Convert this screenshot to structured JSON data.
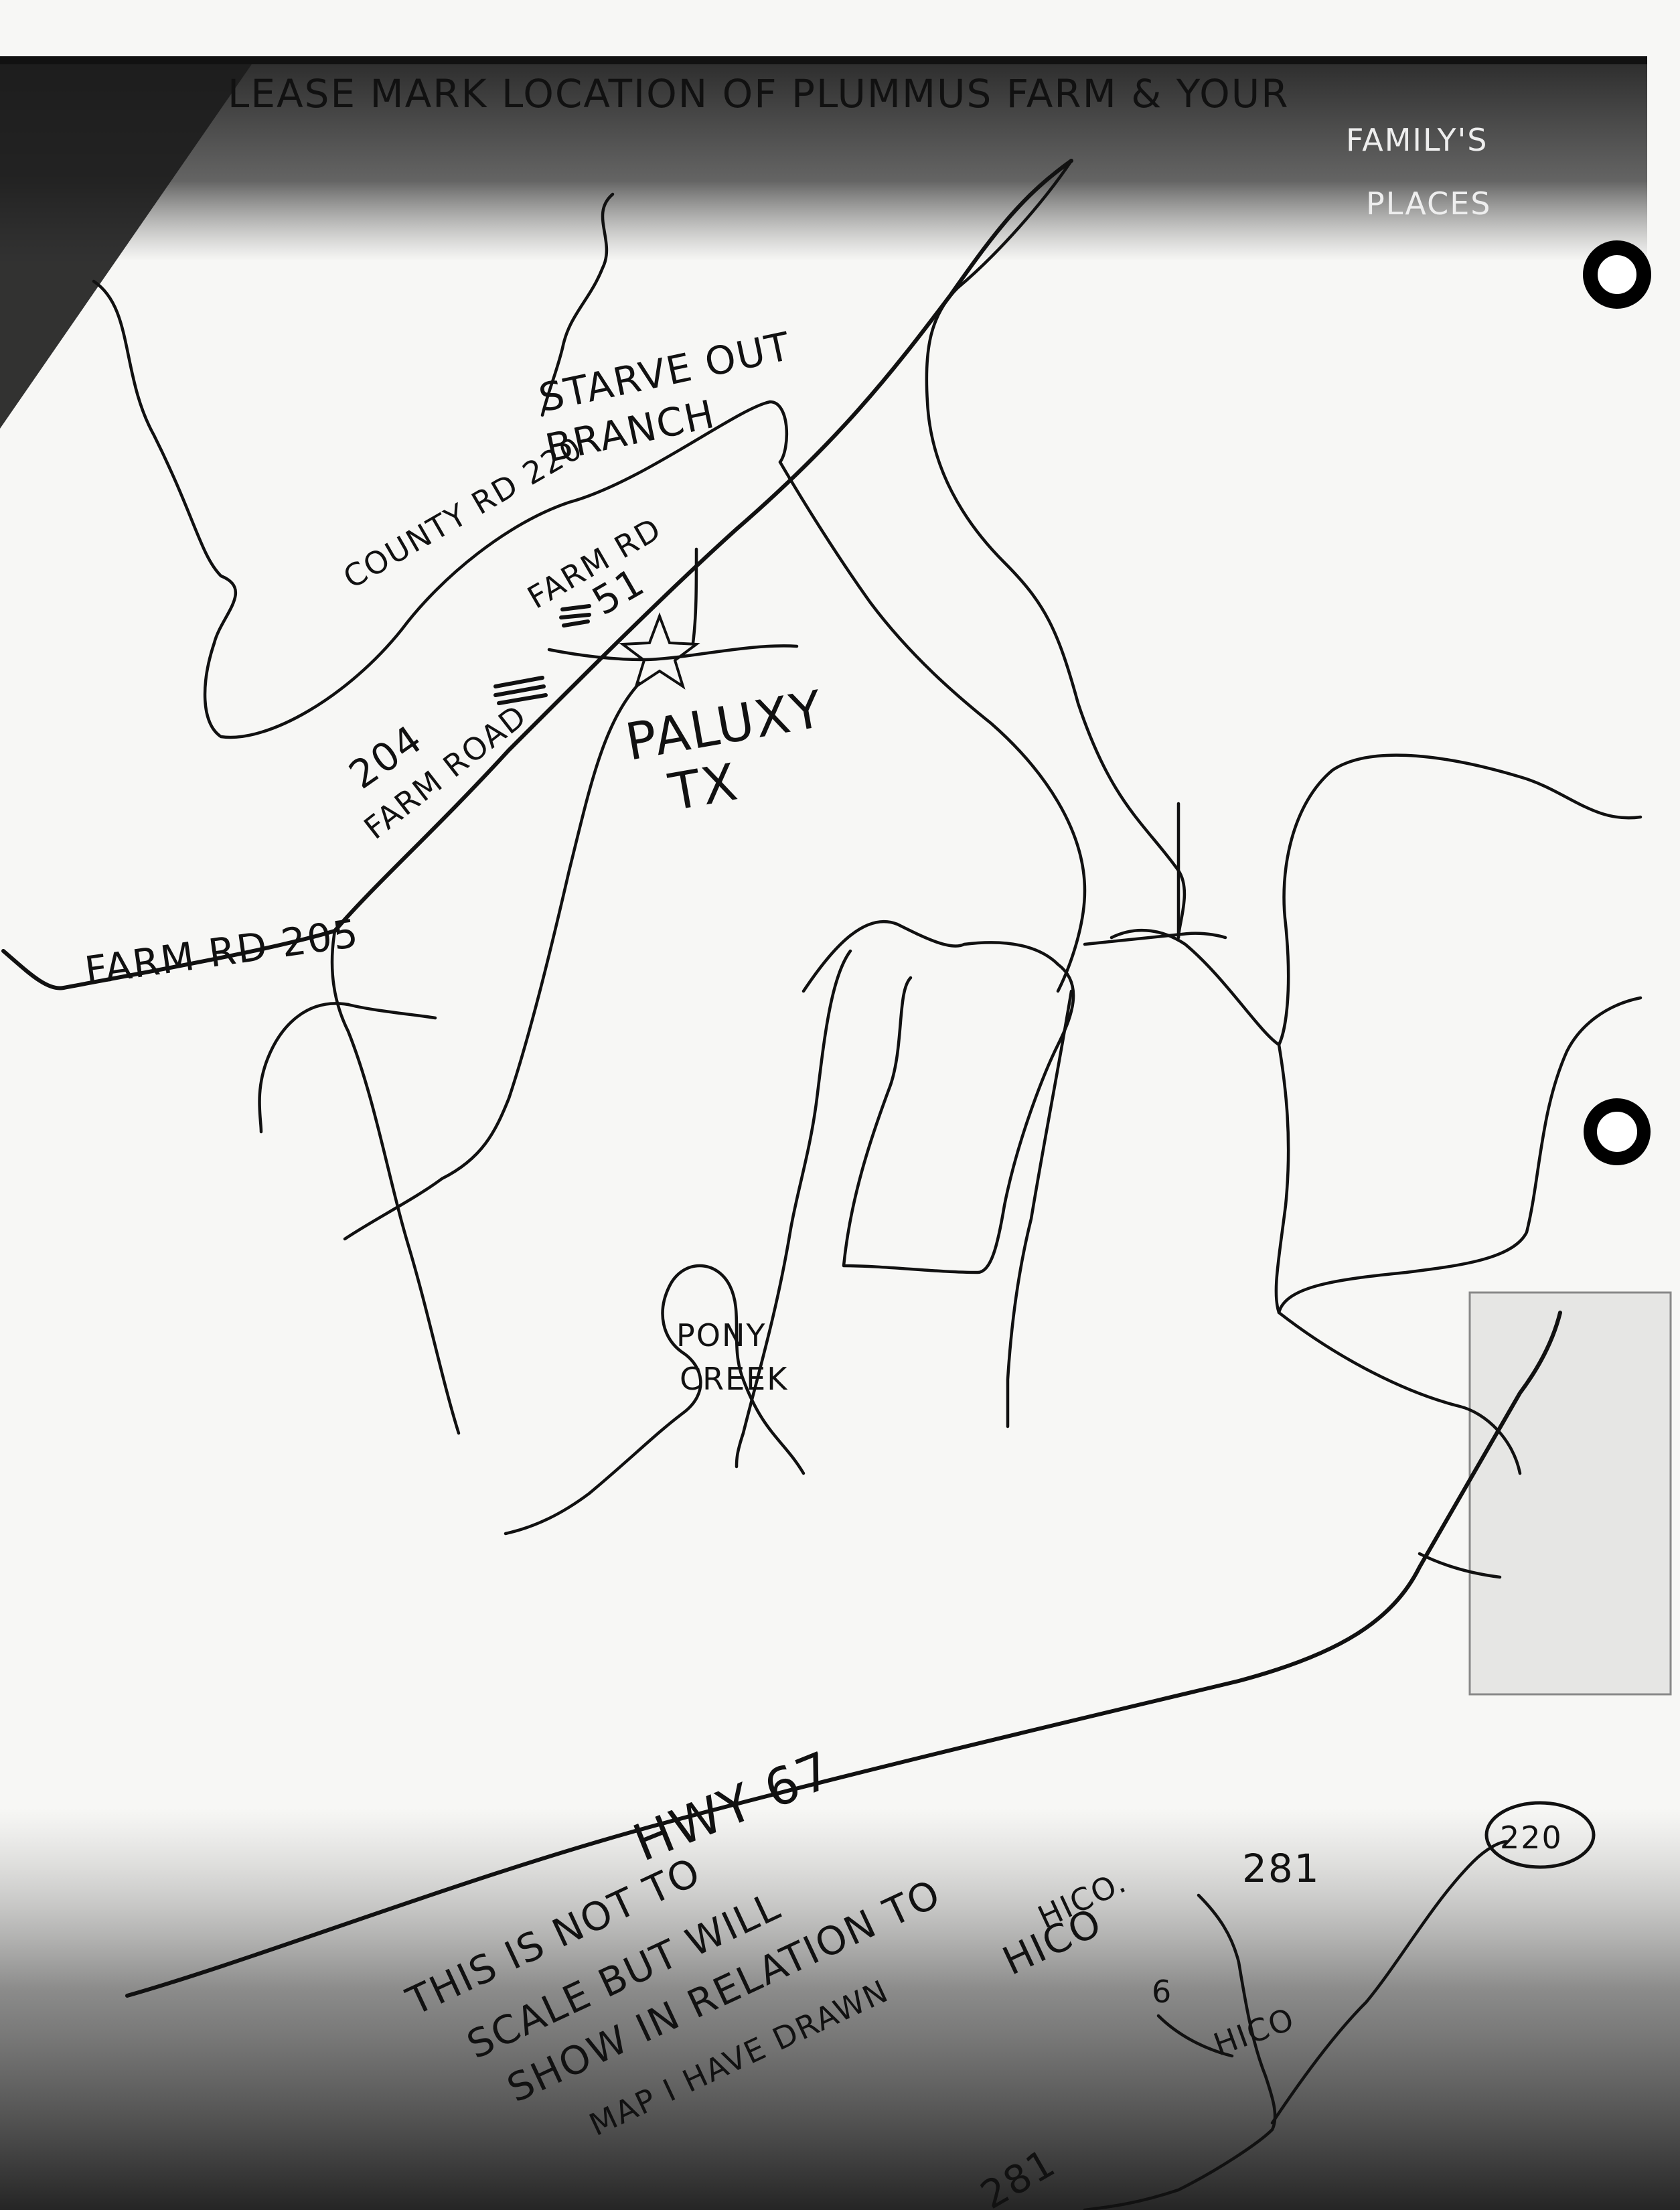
{
  "header": {
    "prompt": "LEASE MARK LOCATION OF PLUMMUS FARM & YOUR",
    "prompt_line2": "FAMILY'S",
    "prompt_line3": "PLACES"
  },
  "map_labels": {
    "starve_out_branch_1": "STARVE OUT",
    "starve_out_branch_2": "BRANCH",
    "county_rd_220": "COUNTY RD 220",
    "farm_rd_51_top": "FARM RD",
    "farm_rd_51_num": "51",
    "farm_road_204_num": "204",
    "farm_road_204": "FARM ROAD",
    "town_1": "PALUXY",
    "town_2": "TX",
    "farm_rd_205": "FARM RD 205",
    "creek_1": "PONY",
    "creek_2": "CREEK",
    "hwy_67": "HWY 67",
    "hwy_281_top": "281",
    "hwy_281_bottom": "281",
    "hwy_6": "6",
    "hwy_220": "220",
    "hico": "HICO",
    "hico_small": "HICO"
  },
  "note": {
    "line1": "THIS IS NOT TO",
    "line2": "SCALE BUT WILL",
    "line3": "SHOW IN RELATION TO",
    "line4": "MAP I HAVE DRAWN",
    "line5": "HICO."
  },
  "icons": {
    "town_marker": "star-icon",
    "binder_hole_top": "binder-hole-icon",
    "binder_hole_middle": "binder-hole-icon"
  },
  "colors": {
    "ink": "#111111",
    "paper": "#f7f7f5",
    "noise": "#2a2a2a"
  }
}
